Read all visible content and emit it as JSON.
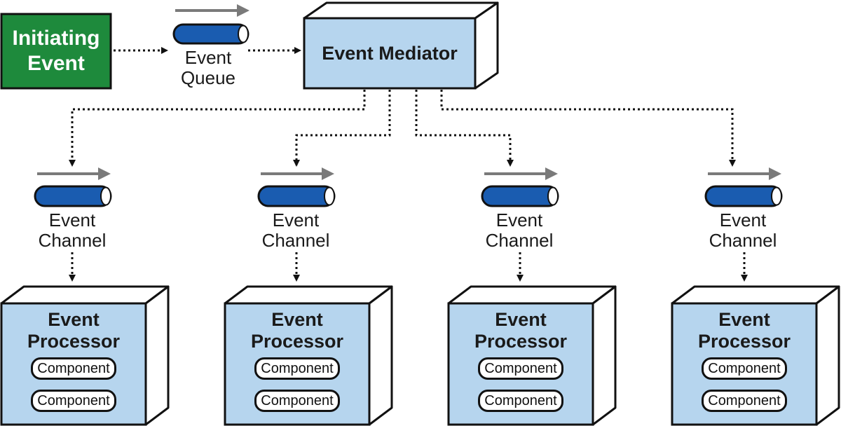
{
  "initiating_event": {
    "line1": "Initiating",
    "line2": "Event",
    "color": "#1e8a3c"
  },
  "event_queue": {
    "line1": "Event",
    "line2": "Queue"
  },
  "event_mediator": {
    "label": "Event Mediator",
    "color": "#b6d5ee"
  },
  "channels": [
    {
      "line1": "Event",
      "line2": "Channel"
    },
    {
      "line1": "Event",
      "line2": "Channel"
    },
    {
      "line1": "Event",
      "line2": "Channel"
    },
    {
      "line1": "Event",
      "line2": "Channel"
    }
  ],
  "processors": [
    {
      "line1": "Event",
      "line2": "Processor",
      "components": [
        "Component",
        "Component"
      ]
    },
    {
      "line1": "Event",
      "line2": "Processor",
      "components": [
        "Component",
        "Component"
      ]
    },
    {
      "line1": "Event",
      "line2": "Processor",
      "components": [
        "Component",
        "Component"
      ]
    },
    {
      "line1": "Event",
      "line2": "Processor",
      "components": [
        "Component",
        "Component"
      ]
    }
  ],
  "colors": {
    "pipe_fill": "#1a5cb0",
    "arrow_gray": "#7a7a7a",
    "outline": "#111111",
    "box_fill": "#b6d5ee"
  }
}
